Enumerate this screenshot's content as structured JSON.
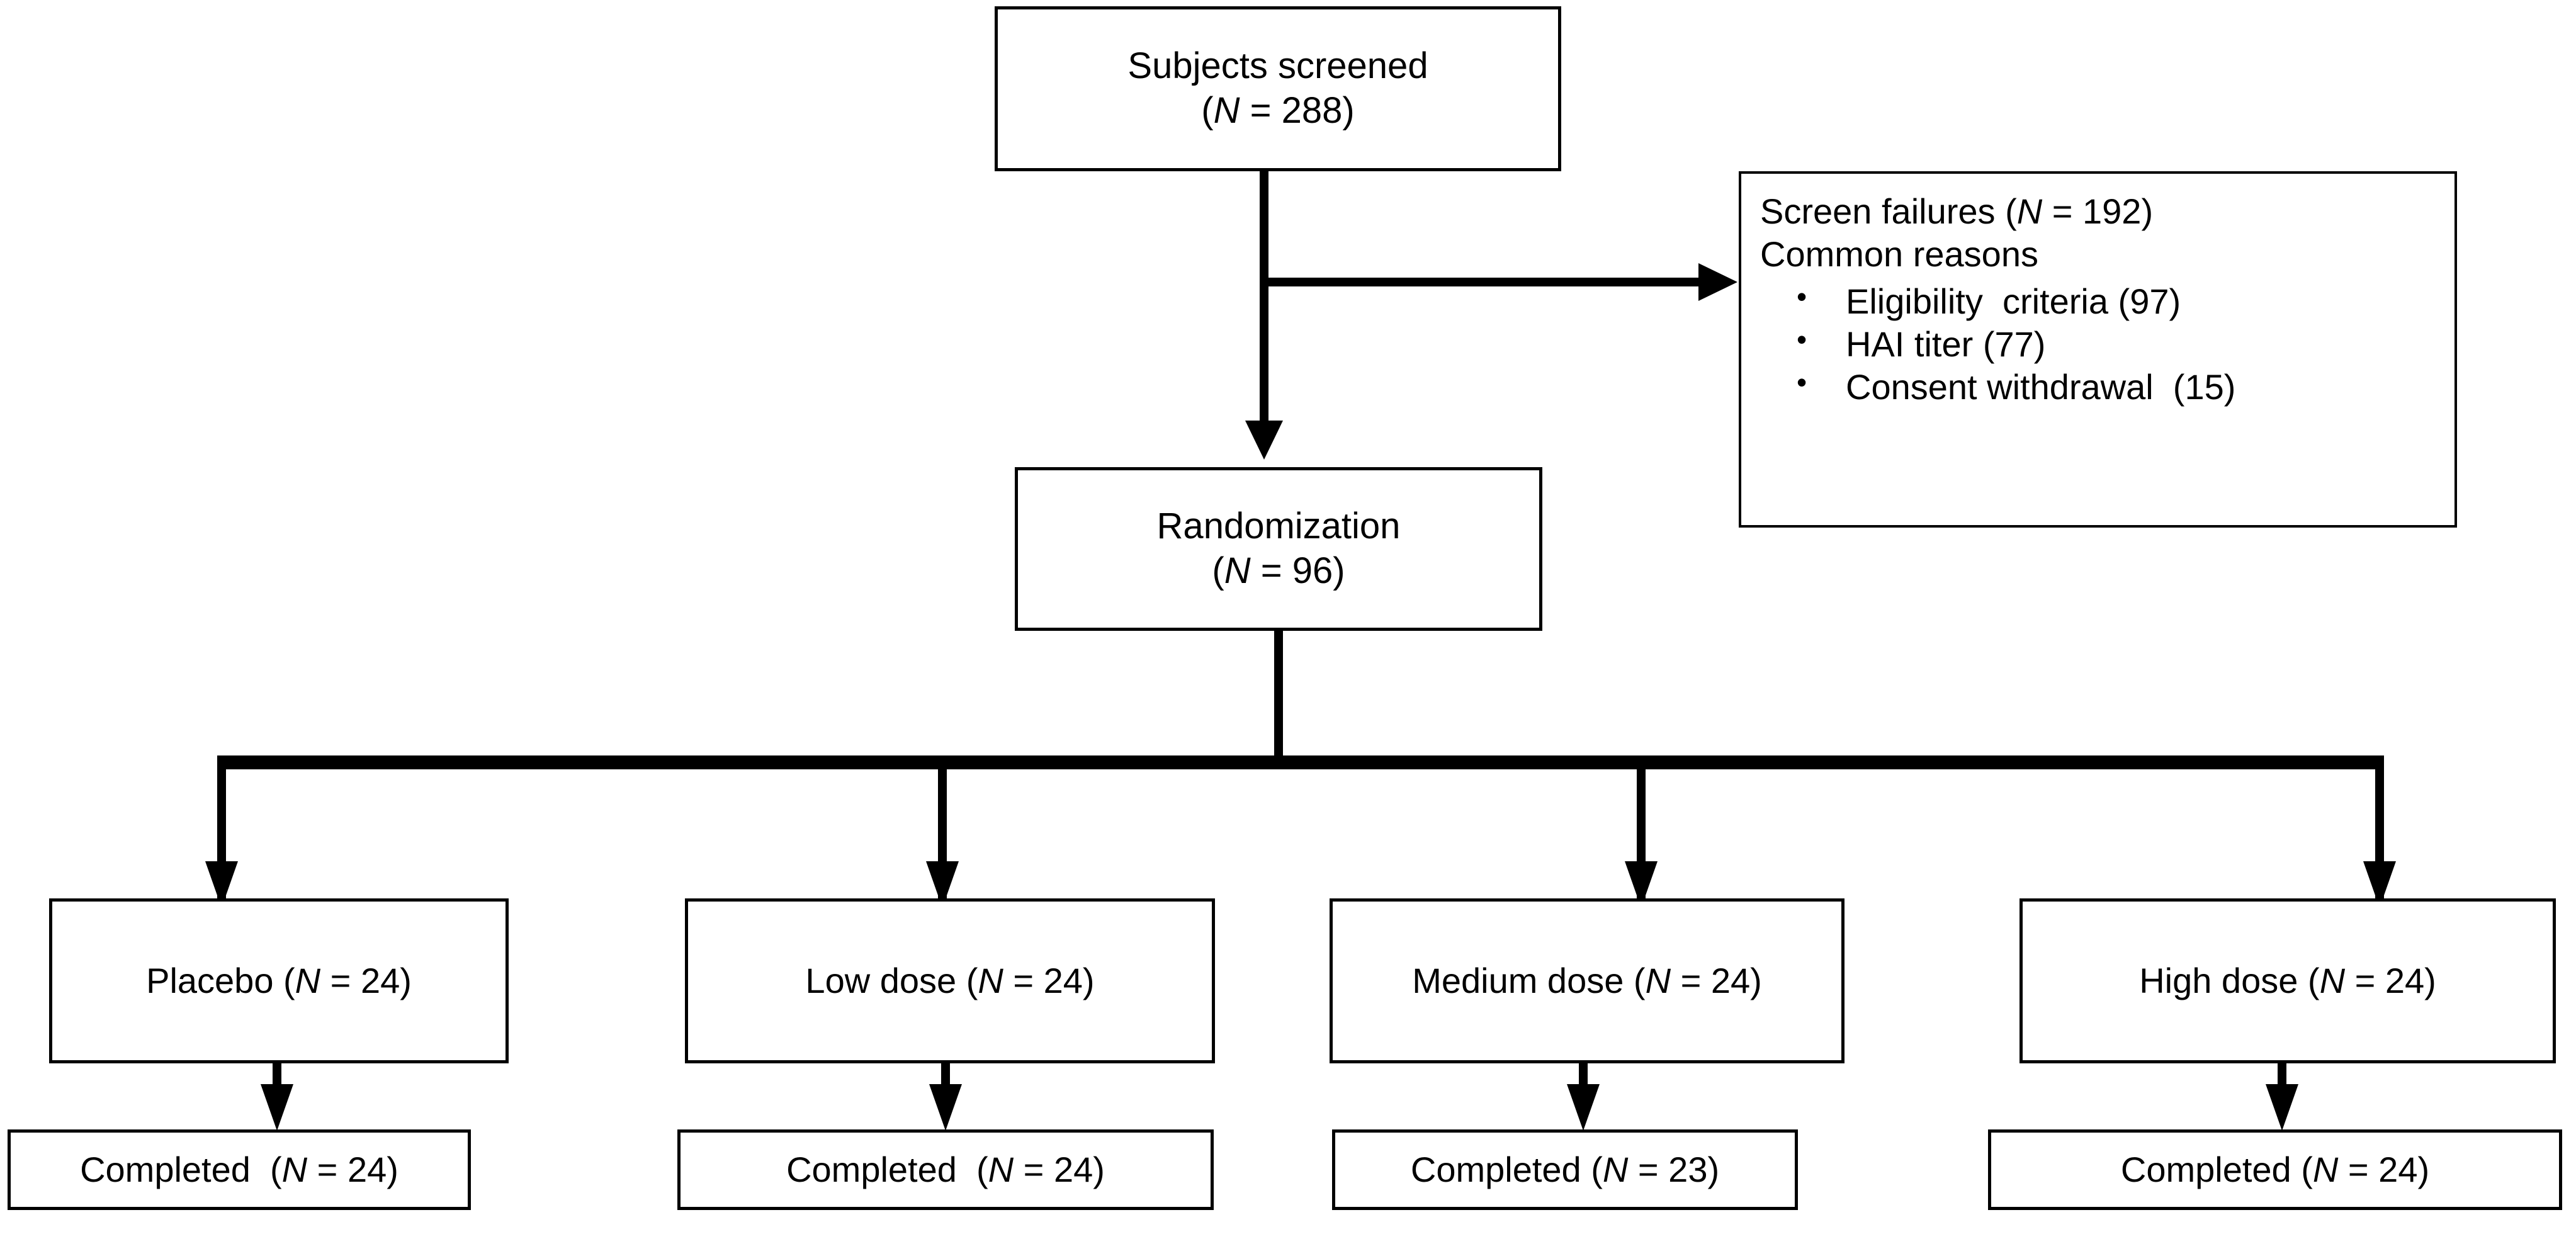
{
  "diagram": {
    "title": "CONSORT subject disposition flow diagram",
    "line_color": "#000000",
    "background": "#ffffff"
  },
  "nodes": {
    "screened": {
      "label": "Subjects screened",
      "count_line": "(N = 288)",
      "n_symbol": "N",
      "n_value": "288"
    },
    "screen_failures": {
      "heading": "Screen failures (N = 192)",
      "heading_prefix": "Screen failures (",
      "n_symbol": "N",
      "heading_suffix": " = 192)",
      "n_value": "192",
      "subheading": "Common reasons",
      "reasons": [
        {
          "label": "Eligibility  criteria (97)",
          "name": "Eligibility criteria",
          "count": "97"
        },
        {
          "label": "HAI titer (77)",
          "name": "HAI titer",
          "count": "77"
        },
        {
          "label": "Consent withdrawal  (15)",
          "name": "Consent withdrawal",
          "count": "15"
        }
      ]
    },
    "randomization": {
      "label": "Randomization",
      "count_line": "(N = 96)",
      "n_symbol": "N",
      "n_value": "96"
    }
  },
  "arms": [
    {
      "id": "placebo",
      "label_prefix": "Placebo (",
      "n_symbol": "N",
      "label_suffix": " = 24)",
      "full_label": "Placebo (N = 24)",
      "n_value": "24",
      "completed_prefix": "Completed  (",
      "completed_suffix": " = 24)",
      "completed_full": "Completed  (N = 24)",
      "completed_value": "24"
    },
    {
      "id": "low-dose",
      "label_prefix": "Low dose (",
      "n_symbol": "N",
      "label_suffix": " = 24)",
      "full_label": "Low dose (N = 24)",
      "n_value": "24",
      "completed_prefix": "Completed  (",
      "completed_suffix": " = 24)",
      "completed_full": "Completed  (N = 24)",
      "completed_value": "24"
    },
    {
      "id": "medium-dose",
      "label_prefix": "Medium dose (",
      "n_symbol": "N",
      "label_suffix": " = 24)",
      "full_label": "Medium dose (N = 24)",
      "n_value": "24",
      "completed_prefix": "Completed (",
      "completed_suffix": " = 23)",
      "completed_full": "Completed (N = 23)",
      "completed_value": "23"
    },
    {
      "id": "high-dose",
      "label_prefix": "High dose (",
      "n_symbol": "N",
      "label_suffix": " = 24)",
      "full_label": "High dose (N = 24)",
      "n_value": "24",
      "completed_prefix": "Completed (",
      "completed_suffix": " = 24)",
      "completed_full": "Completed (N = 24)",
      "completed_value": "24"
    }
  ],
  "chart_data": {
    "type": "diagram",
    "title": "Subject disposition",
    "flow": [
      {
        "from": "Subjects screened (N = 288)",
        "to": "Screen failures (N = 192)",
        "direction": "right"
      },
      {
        "from": "Subjects screened (N = 288)",
        "to": "Randomization (N = 96)",
        "direction": "down"
      },
      {
        "from": "Randomization (N = 96)",
        "to": "Placebo (N = 24)",
        "direction": "down"
      },
      {
        "from": "Randomization (N = 96)",
        "to": "Low dose (N = 24)",
        "direction": "down"
      },
      {
        "from": "Randomization (N = 96)",
        "to": "Medium dose (N = 24)",
        "direction": "down"
      },
      {
        "from": "Randomization (N = 96)",
        "to": "High dose (N = 24)",
        "direction": "down"
      },
      {
        "from": "Placebo (N = 24)",
        "to": "Completed (N = 24)",
        "direction": "down"
      },
      {
        "from": "Low dose (N = 24)",
        "to": "Completed (N = 24)",
        "direction": "down"
      },
      {
        "from": "Medium dose (N = 24)",
        "to": "Completed (N = 23)",
        "direction": "down"
      },
      {
        "from": "High dose (N = 24)",
        "to": "Completed (N = 24)",
        "direction": "down"
      }
    ],
    "counts": {
      "screened": 288,
      "screen_failures": 192,
      "screen_failure_reasons": {
        "Eligibility criteria": 97,
        "HAI titer": 77,
        "Consent withdrawal": 15
      },
      "randomized": 96,
      "arm_randomized": {
        "Placebo": 24,
        "Low dose": 24,
        "Medium dose": 24,
        "High dose": 24
      },
      "arm_completed": {
        "Placebo": 24,
        "Low dose": 24,
        "Medium dose": 23,
        "High dose": 24
      }
    }
  }
}
